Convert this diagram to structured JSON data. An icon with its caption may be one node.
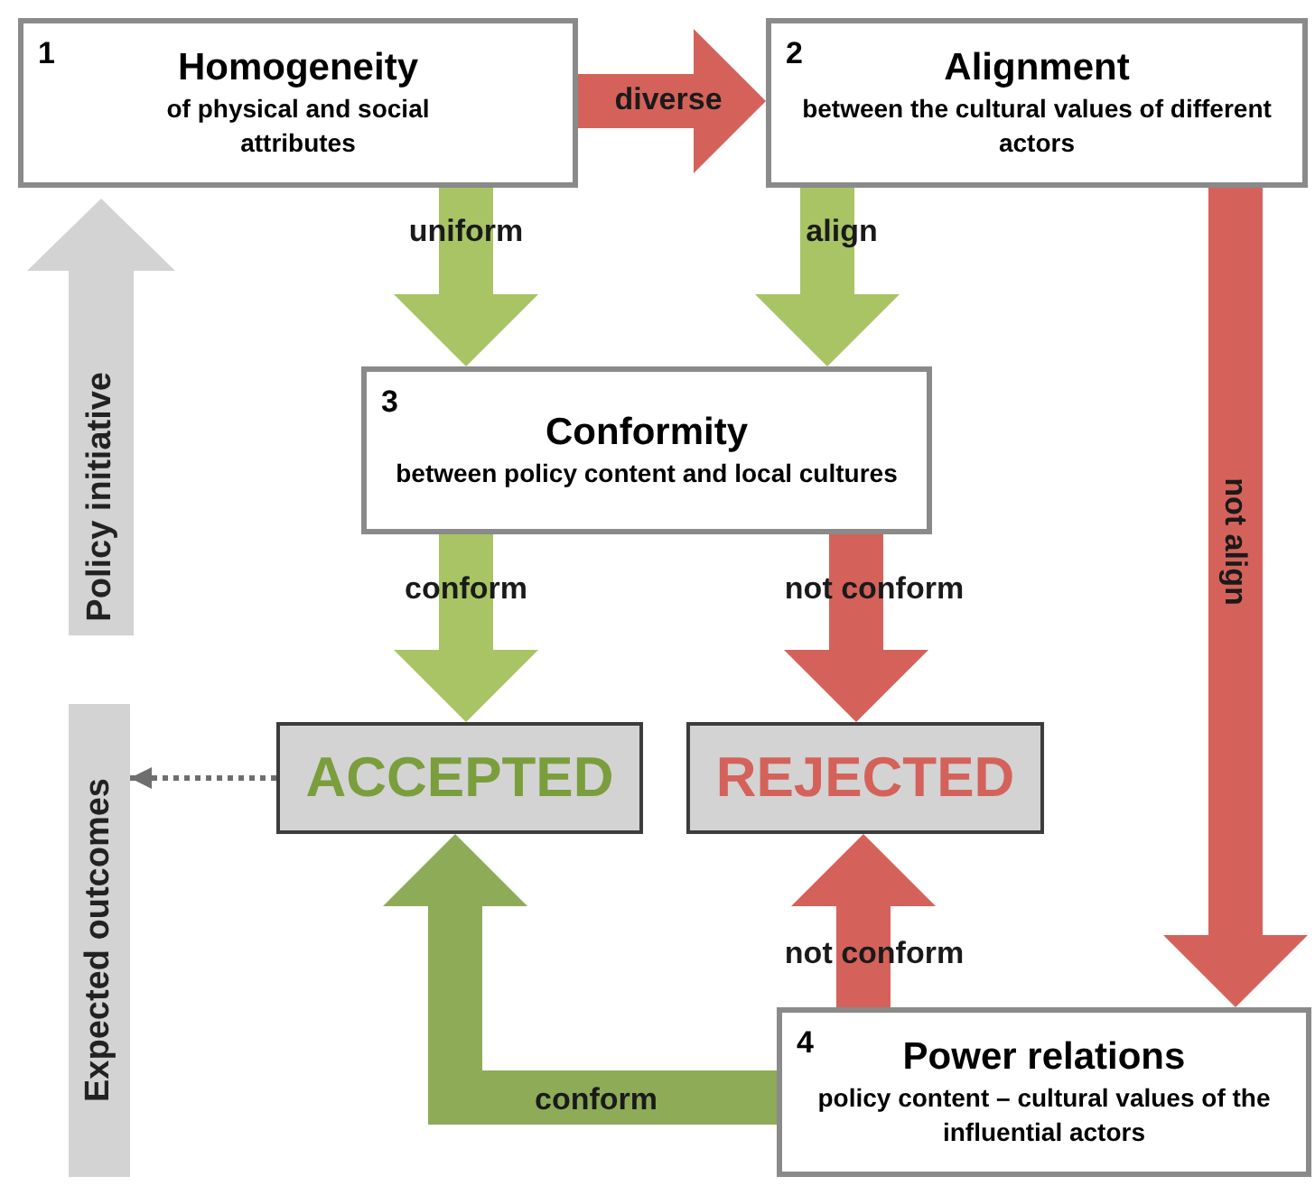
{
  "diagram": {
    "nodes": [
      {
        "text": [
          "1",
          "Homogeneity",
          "of physical and social attributes"
        ]
      },
      {
        "text": [
          "2",
          "Alignment",
          "between the cultural values of different actors"
        ]
      },
      {
        "text": [
          "3",
          "Conformity",
          "between policy content and local cultures"
        ]
      },
      {
        "text": [
          "ACCEPTED"
        ]
      },
      {
        "text": [
          "REJECTED"
        ]
      },
      {
        "text": [
          "4",
          "Power relations",
          "policy content – cultural values of the influential actors"
        ]
      },
      {
        "text": [
          "Policy initiative"
        ]
      },
      {
        "text": [
          "Expected outcomes"
        ]
      }
    ],
    "edges": [
      {
        "from": 0,
        "to": 1,
        "arrow": "to",
        "label": "diverse",
        "color": "#d4625a"
      },
      {
        "from": 0,
        "to": 2,
        "arrow": "to",
        "label": "uniform",
        "color": "#a8c464"
      },
      {
        "from": 1,
        "to": 2,
        "arrow": "to",
        "label": "align",
        "color": "#a8c464"
      },
      {
        "from": 1,
        "to": 5,
        "arrow": "to",
        "label": "not align",
        "color": "#d4625a"
      },
      {
        "from": 2,
        "to": 3,
        "arrow": "to",
        "label": "conform",
        "color": "#a8c464"
      },
      {
        "from": 2,
        "to": 4,
        "arrow": "to",
        "label": "not conform",
        "color": "#d4625a"
      },
      {
        "from": 5,
        "to": 3,
        "arrow": "to",
        "label": "conform",
        "color": "#8eab58"
      },
      {
        "from": 5,
        "to": 4,
        "arrow": "to",
        "label": "not conform",
        "color": "#d4625a"
      },
      {
        "from": 3,
        "to": 7,
        "arrow": "to",
        "style": "dashed",
        "color": "#6e6e6e"
      }
    ]
  }
}
